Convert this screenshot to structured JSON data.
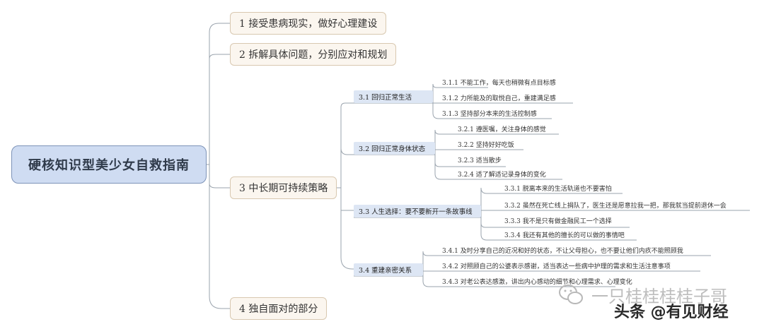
{
  "root": {
    "label": "硬核知识型美少女自救指南"
  },
  "branches": [
    {
      "label": "1  接受患病现实，做好心理建设"
    },
    {
      "label": "2  拆解具体问题，分别应对和规划"
    },
    {
      "label": "3  中长期可持续策略",
      "children": [
        {
          "label": "3.1   回归正常生活",
          "children": [
            {
              "label": "3.1.1   不能工作，每天也稍微有点目标感"
            },
            {
              "label": "3.1.2   力所能及的取悦自己，重建满足感"
            },
            {
              "label": "3.1.3   坚持部分本来的生活控制感"
            }
          ]
        },
        {
          "label": "3.2   回归正常身体状态",
          "children": [
            {
              "label": "3.2.1   遵医嘱，关注身体的感觉"
            },
            {
              "label": "3.2.2   坚持好好吃饭"
            },
            {
              "label": "3.2.3   适当散步"
            },
            {
              "label": "3.2.4   适了解适记录身体的变化"
            }
          ]
        },
        {
          "label": "3.3   人生选择：要不要新开一条故事线",
          "children": [
            {
              "label": "3.3.1   脱离本来的生活轨道也不要害怕"
            },
            {
              "label": "3.3.2   虽然在死亡线上捐队了，医生还是愿意拉我一把，那我就当提前退休一会"
            },
            {
              "label": "3.3.3   我不是只有做金融民工一个选择"
            },
            {
              "label": "3.3.4   我还有其他的擅长的可以做的事情吧"
            }
          ]
        },
        {
          "label": "3.4   重建亲密关系",
          "children": [
            {
              "label": "3.4.1   及时分享自己的近况和好的状态，不让父母担心，也不要让他们内疚不能照顾我"
            },
            {
              "label": "3.4.2   对照顾自己的公婆表示感谢，适当表达一些病中护理的需求和生活注意事项"
            },
            {
              "label": "3.4.3   对老公表达感激，讲出内心感动的细节和心理需求、心理变化"
            }
          ]
        }
      ]
    },
    {
      "label": "4  独自面对的部分"
    }
  ],
  "watermarks": {
    "wechat": "一只桂桂桂桂子哥",
    "toutiao": "头条 @有见财经"
  },
  "colors": {
    "line": "#9aa3ad",
    "root_fill": "#cfdcf2",
    "l1_fill": "#fbf6ef",
    "l2_fill": "#dde6f4"
  }
}
